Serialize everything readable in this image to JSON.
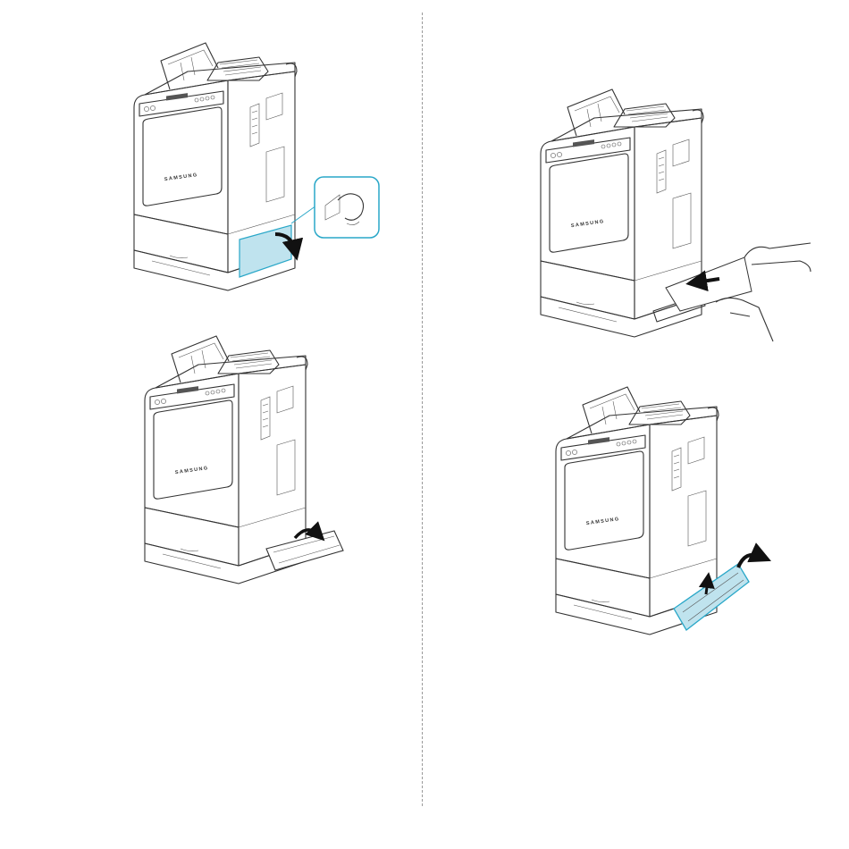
{
  "brand_label": "SAMSUNG",
  "colors": {
    "highlight": "#bfe3ee",
    "highlight_stroke": "#29a7c8",
    "outline": "#333333",
    "divider": "#9a9a9a"
  },
  "illustrations": [
    {
      "name": "open-side-cover",
      "highlight": "side-cover"
    },
    {
      "name": "pull-paper-out",
      "highlight": "none"
    },
    {
      "name": "open-rear-tray",
      "highlight": "none"
    },
    {
      "name": "close-rear-tray",
      "highlight": "rear-tray"
    }
  ]
}
